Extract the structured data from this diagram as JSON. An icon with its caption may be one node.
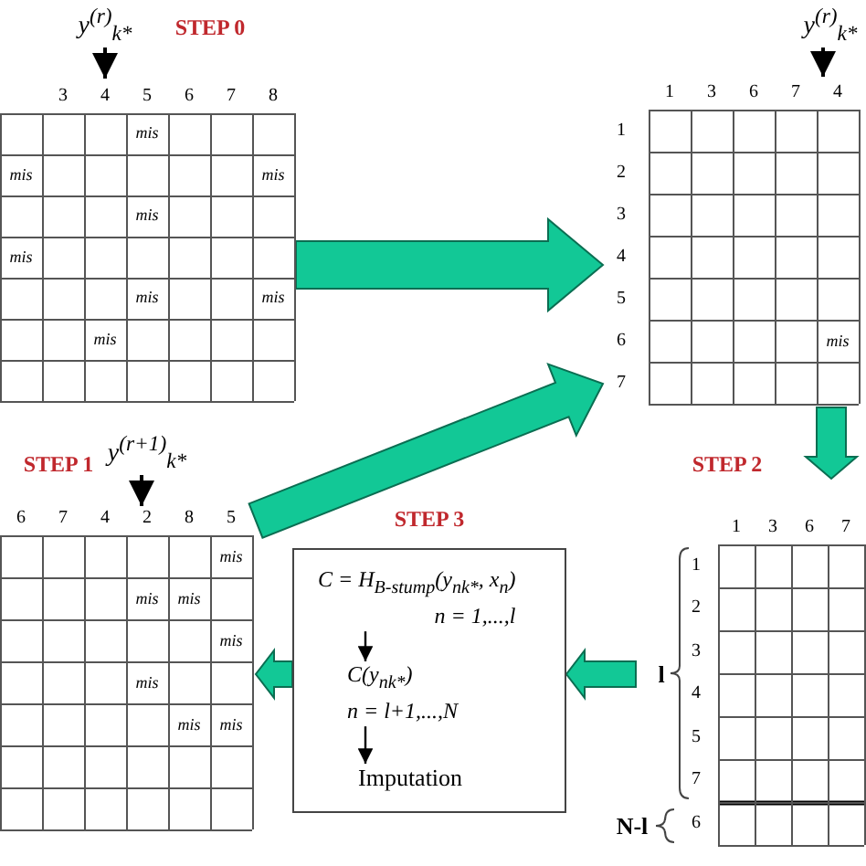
{
  "diagram": {
    "nodes": [
      {
        "text": [
          "STEP 0"
        ]
      },
      {
        "text": [],
        "shape": "box"
      },
      {
        "text": [
          "STEP 2"
        ]
      },
      {
        "text": [
          "STEP 3"
        ]
      },
      {
        "text": [
          "C = H$_{B-stump}$(y$_{nk*}$, x$_{n}$)",
          "n = 1,...,l"
        ],
        "in": 3
      },
      {
        "text": [
          "C(y$_{nk*}$)",
          "n = l+1,...,N"
        ],
        "in": 3
      },
      {
        "text": [
          "Imputation"
        ],
        "in": 3
      },
      {
        "text": [
          "STEP 1"
        ]
      }
    ],
    "edges": [
      {
        "from": 0,
        "to": 1,
        "arrow": "to",
        "style": "thick"
      },
      {
        "from": 1,
        "to": 2,
        "arrow": "to",
        "style": "thick"
      },
      {
        "from": 2,
        "to": 3,
        "arrow": "to",
        "style": "thick"
      },
      {
        "from": 3,
        "to": 7,
        "arrow": "to",
        "style": "thick"
      },
      {
        "from": 4,
        "to": 5,
        "arrow": "to",
        "color": "#000000"
      },
      {
        "from": 5,
        "to": 6,
        "arrow": "to",
        "color": "#000000"
      },
      {
        "from": 7,
        "to": 1,
        "arrow": "to",
        "style": "thick"
      }
    ],
    "labels": [
      "y$^{(r)}$$_{k*}$",
      "3",
      "4",
      "5",
      "6",
      "7",
      "8",
      "mis",
      "mis",
      "mis",
      "mis",
      "mis",
      "mis",
      "mis",
      "mis",
      "y$^{(r)}$$_{k*}$",
      "1",
      "3",
      "6",
      "7",
      "4",
      "1",
      "2",
      "3",
      "4",
      "5",
      "6",
      "7",
      "mis",
      "1",
      "3",
      "6",
      "7",
      "1",
      "2",
      "3",
      "4",
      "5",
      "7",
      "6",
      "l",
      "N-l",
      "y$^{(r+1)}$$_{k*}$",
      "6",
      "7",
      "4",
      "2",
      "8",
      "5",
      "mis",
      "mis",
      "mis",
      "mis",
      "mis",
      "mis",
      "mis"
    ]
  }
}
